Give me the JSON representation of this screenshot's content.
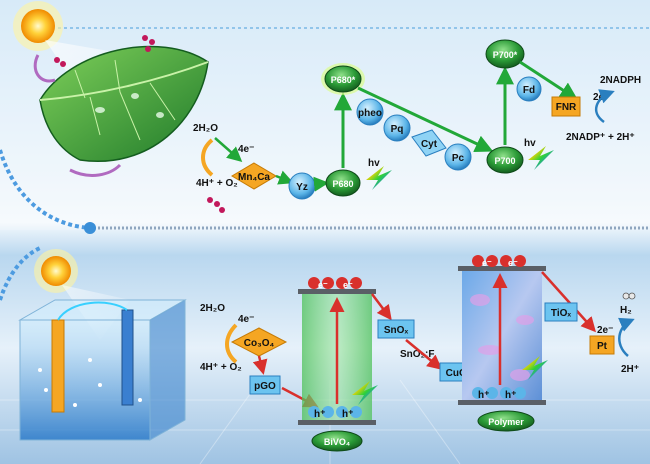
{
  "top": {
    "water": "2H₂O",
    "oxygen": "4H⁺ + O₂",
    "electrons": "4e⁻",
    "mn_cluster": "Mn₄Ca",
    "yz": "Yz",
    "p680": "P680",
    "p680_excited": "P680*",
    "pheo": "pheo",
    "pq": "Pq",
    "cyt": "Cyt",
    "pc": "Pc",
    "p700": "P700",
    "p700_excited": "P700*",
    "fd": "Fd",
    "fnr": "FNR",
    "nadph": "2NADPH",
    "two_e": "2e⁻",
    "nadp": "2NADP⁺ + 2H⁺",
    "hv1": "hv",
    "hv2": "hv"
  },
  "bottom": {
    "water": "2H₂O",
    "electrons": "4e⁻",
    "catalyst": "Co₃O₄",
    "oxygen": "4H⁺ + O₂",
    "pgo": "pGO",
    "bivo4": "BiVO₄",
    "sno": "SnOₓ",
    "snof": "SnO₂:F",
    "cuo": "CuOₓ",
    "tio": "TiOₓ",
    "pt": "Pt",
    "polymer": "Polymer",
    "h2": "H₂",
    "two_e": "2e⁻",
    "two_h": "2H⁺",
    "e1": "e⁻",
    "e2": "e⁻",
    "e3": "e⁻",
    "e4": "e⁻",
    "h1": "h⁺",
    "h2p": "h⁺",
    "h3": "h⁺",
    "h4": "h⁺"
  },
  "colors": {
    "accent_orange": "#f5a623",
    "node_blue": "#5bb5e8",
    "node_green": "#2e9a3c",
    "arrow_green": "#22a838",
    "arrow_red": "#d9302c"
  }
}
